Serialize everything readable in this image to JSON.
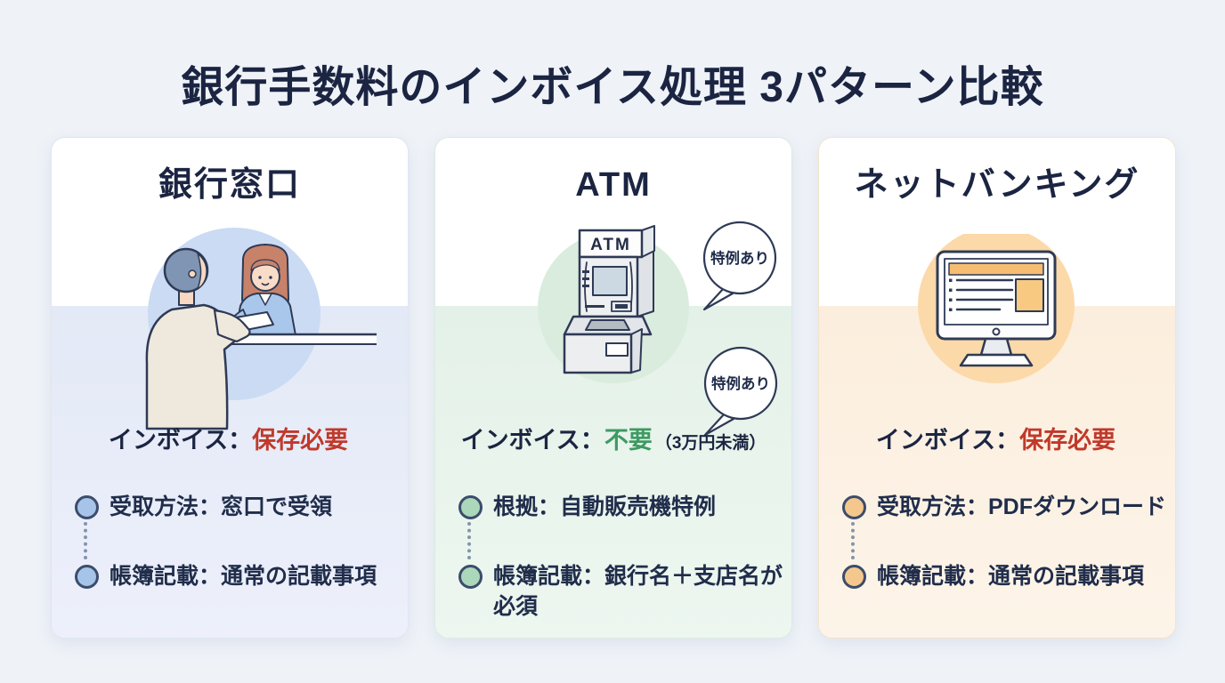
{
  "page": {
    "background": "#eff3f8",
    "title": "銀行手数料のインボイス処理 3パターン比較",
    "title_color": "#1b2542"
  },
  "cards": [
    {
      "header": "銀行窓口",
      "illustration": "bank-teller",
      "invoice_label": "インボイス：",
      "invoice_value": "保存必要",
      "invoice_note": "",
      "bullets": [
        "受取方法：窓口で受領",
        "帳簿記載：通常の記載事項"
      ],
      "colors": {
        "section_top": "#e3e9f6",
        "section_bottom": "#edf0fb",
        "circle_fill": "#cadbf3",
        "bullet_fill": "#a6c3e8",
        "value_color": "#c0392b",
        "border_color": "#dfe5f3"
      }
    },
    {
      "header": "ATM",
      "illustration": "atm-machine",
      "machine_label": "ATM",
      "badges": [
        "特例あり",
        "特例あり"
      ],
      "invoice_label": "インボイス：",
      "invoice_value": "不要",
      "invoice_note": "（3万円未満）",
      "bullets": [
        "根拠：自動販売機特例",
        "帳簿記載：銀行名＋支店名が必須"
      ],
      "colors": {
        "section_top": "#e4f1e8",
        "section_bottom": "#edf7f0",
        "circle_fill": "#d9ecdd",
        "bullet_fill": "#abd7ba",
        "value_color": "#3e9a62",
        "border_color": "#daecdf"
      }
    },
    {
      "header": "ネットバンキング",
      "illustration": "online-banking-monitor",
      "invoice_label": "インボイス：",
      "invoice_value": "保存必要",
      "invoice_note": "",
      "bullets": [
        "受取方法：PDFダウンロード",
        "帳簿記載：通常の記載事項"
      ],
      "colors": {
        "section_top": "#fbeedd",
        "section_bottom": "#fdf4e9",
        "circle_fill": "#fcd9a9",
        "bullet_fill": "#f4c88c",
        "value_color": "#c0392b",
        "border_color": "#f5e3cb"
      }
    }
  ]
}
